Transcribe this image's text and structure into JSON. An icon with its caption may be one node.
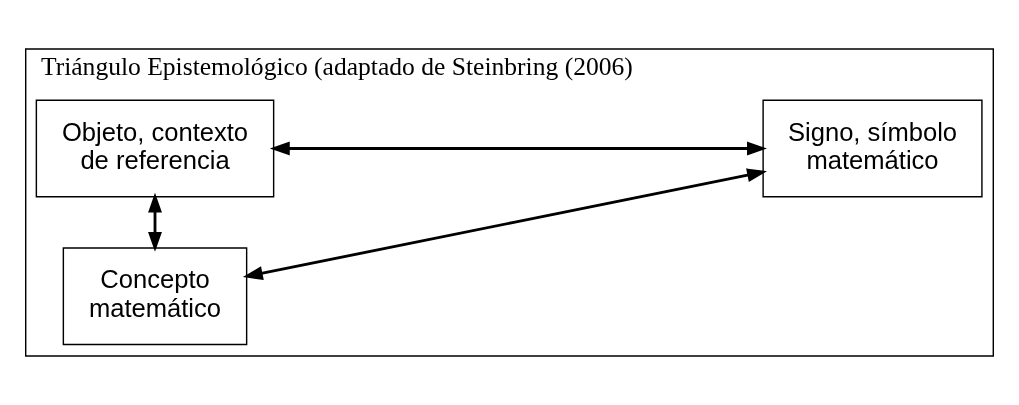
{
  "diagram": {
    "nodes": [
      {
        "text": [
          "Triángulo Epistemológico (adaptado de Steinbring (2006)"
        ]
      },
      {
        "text": [
          "Objeto, contexto de referencia"
        ],
        "in": 0
      },
      {
        "text": [
          "Signo, símbolo matemático"
        ],
        "in": 0
      },
      {
        "text": [
          "Concepto matemático"
        ],
        "in": 0
      }
    ],
    "edges": [
      {
        "from": 1,
        "to": 2,
        "arrow": "both"
      },
      {
        "from": 1,
        "to": 3,
        "arrow": "both"
      },
      {
        "from": 3,
        "to": 2,
        "arrow": "both"
      }
    ]
  }
}
